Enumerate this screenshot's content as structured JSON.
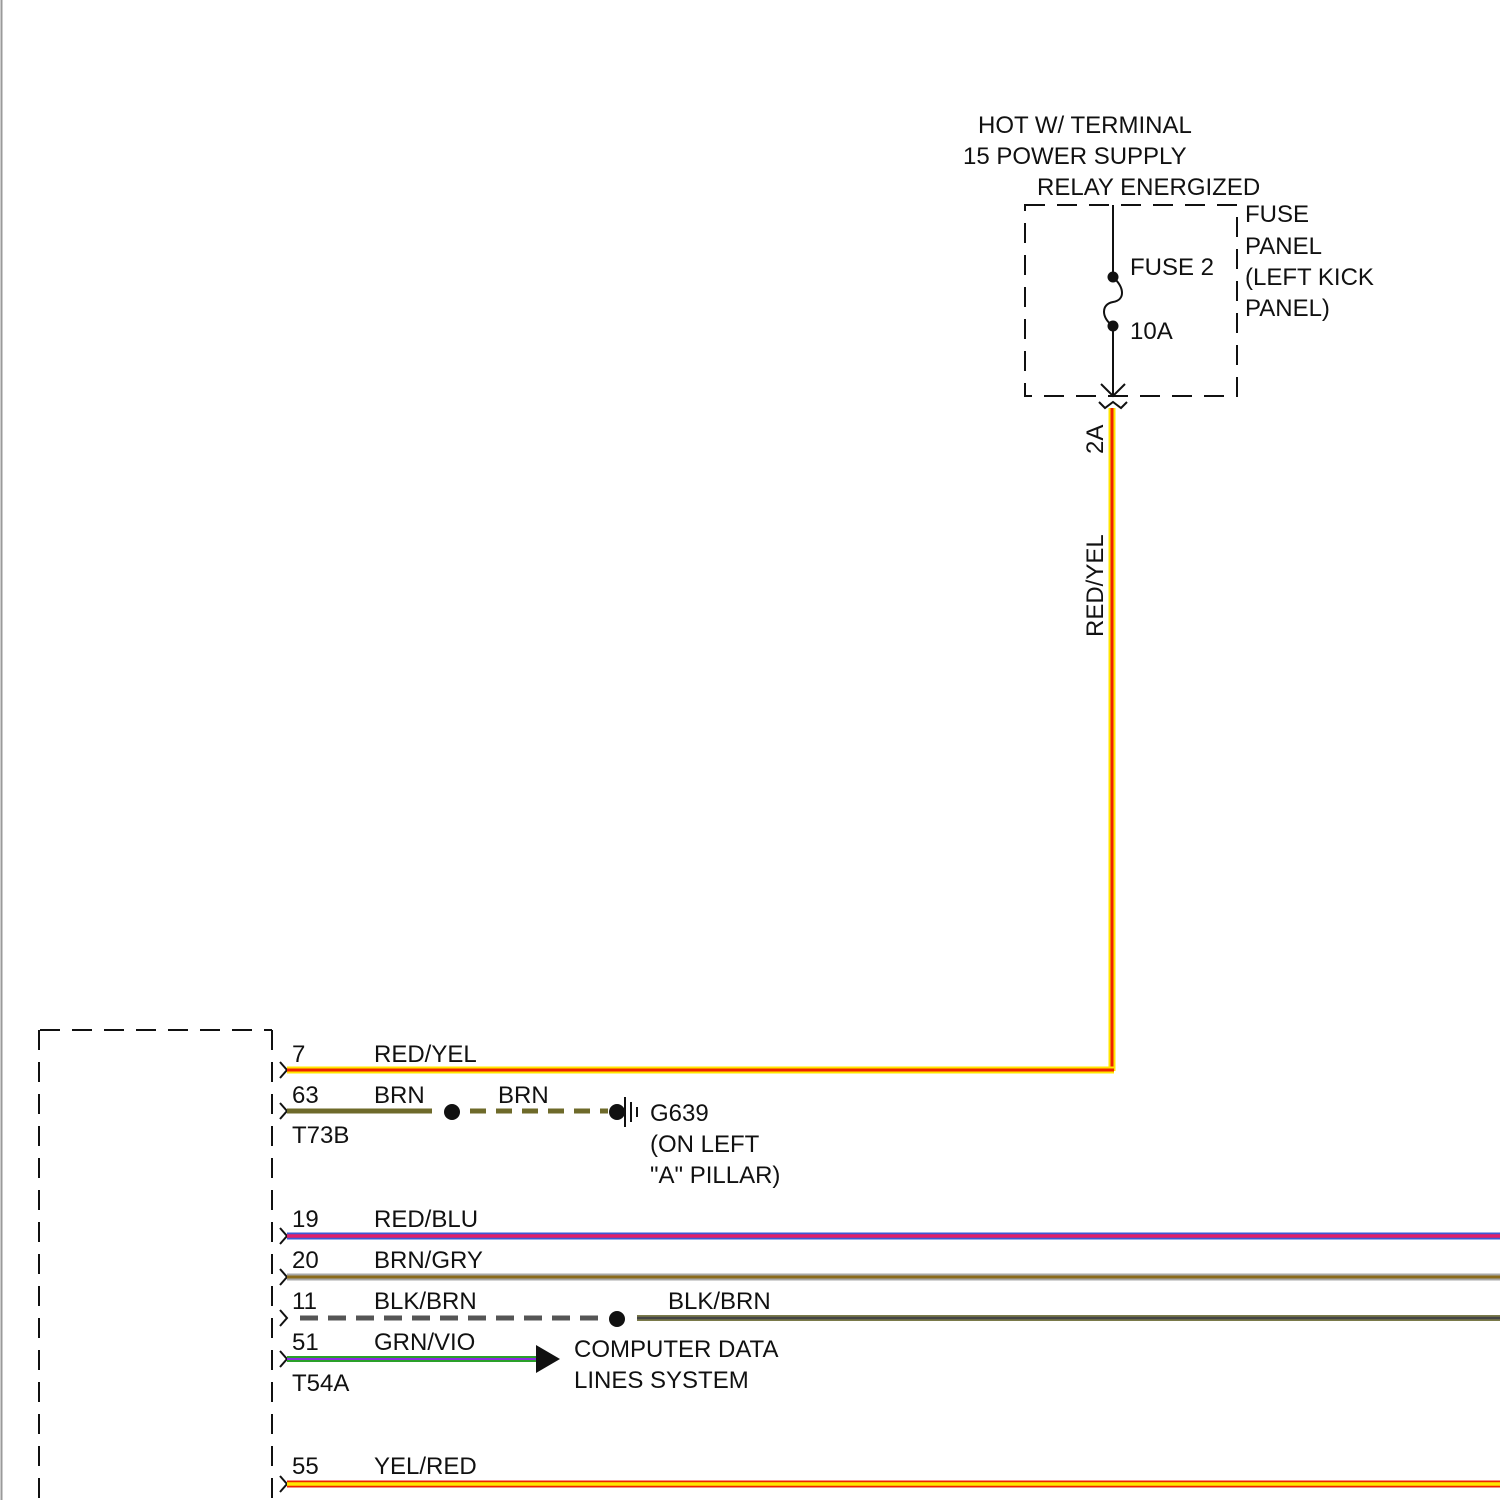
{
  "power_source": {
    "line1": "HOT W/ TERMINAL",
    "line2": "15 POWER SUPPLY",
    "line3": "RELAY ENERGIZED"
  },
  "fuse_panel": {
    "line1": "FUSE",
    "line2": "PANEL",
    "line3": "(LEFT KICK",
    "line4": "PANEL)",
    "fuse_name": "FUSE 2",
    "fuse_rating": "10A",
    "connector_pin": "2A"
  },
  "vertical_wire": {
    "color_code": "RED/YEL"
  },
  "connector_t73b": {
    "name": "T73B",
    "pins": [
      {
        "pin": "7",
        "wire": "RED/YEL"
      },
      {
        "pin": "63",
        "wire": "BRN",
        "wire2": "BRN"
      }
    ]
  },
  "ground": {
    "id": "G639",
    "line2": "(ON LEFT",
    "line3": "\"A\" PILLAR)"
  },
  "connector_t54a": {
    "name": "T54A",
    "pins": [
      {
        "pin": "19",
        "wire": "RED/BLU"
      },
      {
        "pin": "20",
        "wire": "BRN/GRY"
      },
      {
        "pin": "11",
        "wire": "BLK/BRN",
        "wire2": "BLK/BRN"
      },
      {
        "pin": "51",
        "wire": "GRN/VIO"
      },
      {
        "pin": "55",
        "wire": "YEL/RED"
      }
    ]
  },
  "data_lines": {
    "line1": "COMPUTER DATA",
    "line2": "LINES SYSTEM"
  },
  "wire_colors": {
    "red": "#ee2200",
    "yellow": "#ffe600",
    "brown": "#8a6a1a",
    "olive": "#6e6a2a",
    "blue": "#3b5bd6",
    "magenta": "#d0207a",
    "gray": "#8a8a8a",
    "dark_gray": "#555555",
    "green": "#2aa02a",
    "violet": "#8a2be2",
    "black": "#222222"
  }
}
